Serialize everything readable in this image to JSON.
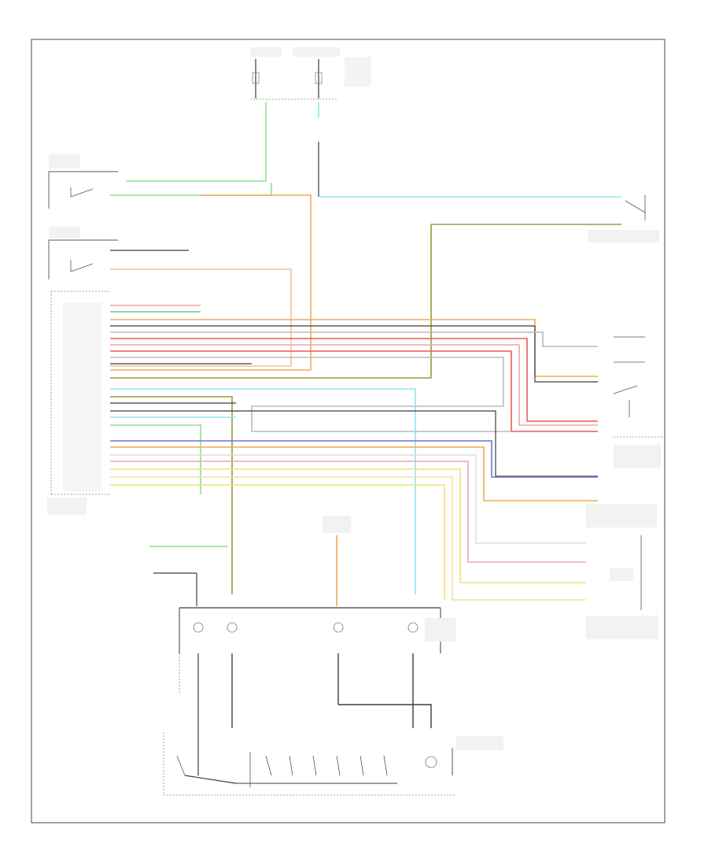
{
  "diagram_code": "",
  "colors": {
    "frame": "#666666",
    "wire_black": "#3c3c3c",
    "wire_gray": "#bbbbbb",
    "wire_lightgreen": "#8de08d",
    "wire_cyan": "#8fe6ee",
    "wire_orange": "#f3a85a",
    "wire_red": "#e85b5b",
    "wire_pink": "#f2a6a6",
    "wire_yellow": "#f1e07a",
    "wire_olive": "#9a9a3a",
    "wire_darkgreen": "#7fc47f",
    "wire_tan": "#e6c79a",
    "wire_blue": "#6f74d6",
    "wire_lightyellow": "#efe49a"
  },
  "icons": [
    "ground-symbol",
    "connector-arrow",
    "switch-symbol",
    "clockspring-circle"
  ]
}
